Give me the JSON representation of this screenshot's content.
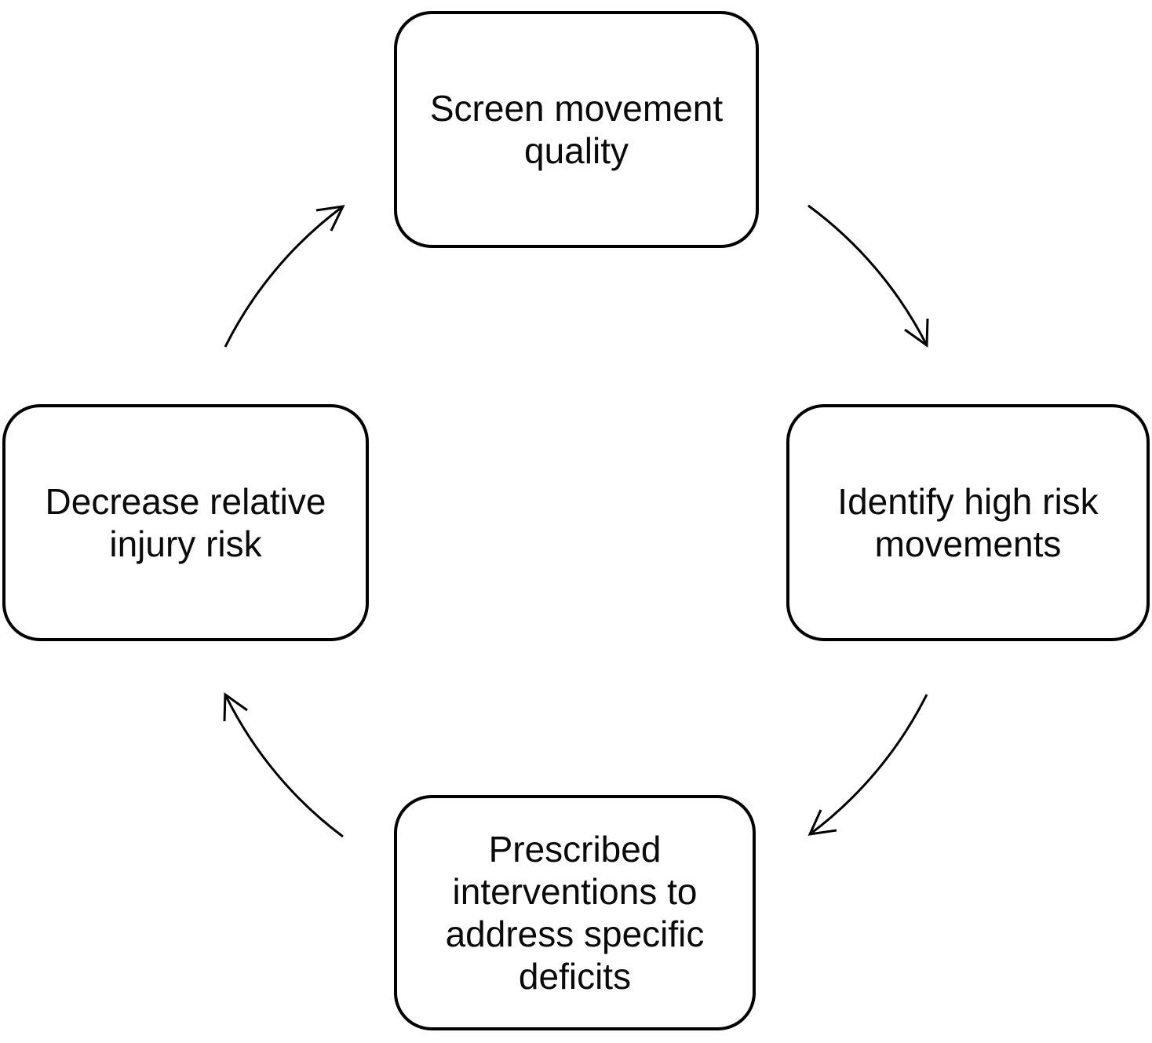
{
  "diagram": {
    "type": "cycle",
    "background_color": "#ffffff",
    "stroke_color": "#000000",
    "text_color": "#0a0a0a",
    "nodes": [
      {
        "id": "screen",
        "position": "top",
        "label": "Screen movement quality"
      },
      {
        "id": "identify",
        "position": "right",
        "label": "Identify high risk movements"
      },
      {
        "id": "interventions",
        "position": "bottom",
        "label": "Prescribed interventions to address specific deficits"
      },
      {
        "id": "decrease",
        "position": "left",
        "label": "Decrease relative injury risk"
      }
    ],
    "edges": [
      {
        "from": "screen",
        "to": "identify",
        "direction": "clockwise"
      },
      {
        "from": "identify",
        "to": "interventions",
        "direction": "clockwise"
      },
      {
        "from": "interventions",
        "to": "decrease",
        "direction": "clockwise"
      },
      {
        "from": "decrease",
        "to": "screen",
        "direction": "clockwise"
      }
    ]
  }
}
